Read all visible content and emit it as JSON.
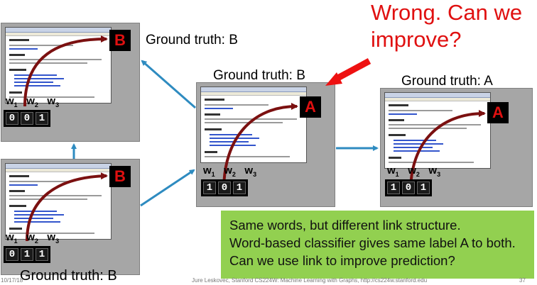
{
  "nodes": {
    "top_left": {
      "label": "B",
      "ground_truth": "Ground truth: B",
      "words": [
        "w1",
        "w2",
        "w3"
      ],
      "vector": [
        "0",
        "0",
        "1"
      ]
    },
    "bottom_left": {
      "label": "B",
      "ground_truth": "Ground truth: B",
      "words": [
        "w1",
        "w2",
        "w3"
      ],
      "vector": [
        "0",
        "1",
        "1"
      ]
    },
    "center": {
      "label": "A",
      "ground_truth": "Ground truth: B",
      "words": [
        "w1",
        "w2",
        "w3"
      ],
      "vector": [
        "1",
        "0",
        "1"
      ]
    },
    "right": {
      "label": "A",
      "ground_truth": "Ground truth: A",
      "words": [
        "w1",
        "w2",
        "w3"
      ],
      "vector": [
        "1",
        "0",
        "1"
      ]
    }
  },
  "callout": {
    "line1": "Wrong. Can we",
    "line2": "improve?"
  },
  "note": {
    "line1": "Same words, but different link structure.",
    "line2": "Word-based classifier gives same label A to both.",
    "line3": "Can we use link to improve prediction?"
  },
  "footer": {
    "date": "10/17/18",
    "credit": "Jure Leskovec, Stanford CS224W: Machine Learning with Graphs, http://cs224w.stanford.edu",
    "page": "37"
  },
  "colors": {
    "edge": "#2e8bc0",
    "label_red": "#e01010",
    "note_bg": "#92d050",
    "curve": "#7b1010"
  }
}
